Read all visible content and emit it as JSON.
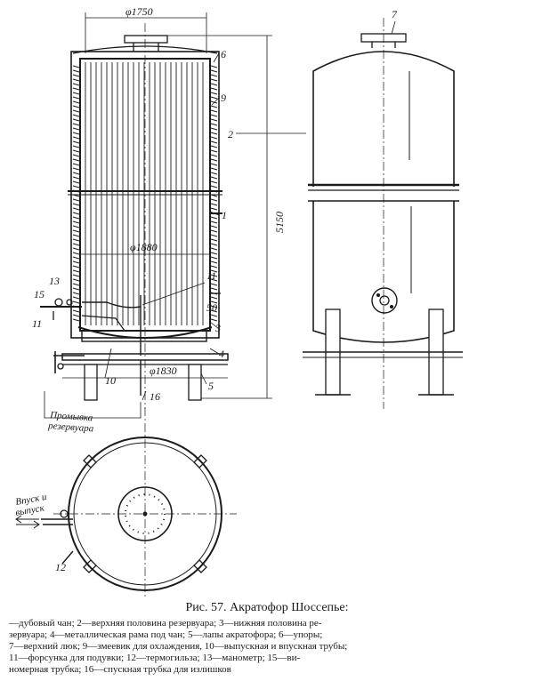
{
  "figure": {
    "dimensions": {
      "top_width": "φ1750",
      "inner_diameter": "φ1880",
      "frame_width": "φ1830",
      "height": "5150",
      "offset": "50"
    },
    "part_numbers": [
      "1",
      "2",
      "3",
      "4",
      "5",
      "6",
      "7",
      "9",
      "10",
      "11",
      "12",
      "13",
      "15",
      "16"
    ],
    "annotations": {
      "wash": [
        "Промывка",
        "резервуара"
      ],
      "inlet_outlet": [
        "Впуск и",
        "выпуск"
      ]
    }
  },
  "caption": {
    "title": "Рис. 57. Акратофор Шоссепье:",
    "lines": [
      "—дубовый чан; 2—верхняя половина резервуара; 3—нижняя половина ре-",
      "зервуара; 4—металлическая рама под чан; 5—лапы акратофора; 6—упоры;",
      "7—верхний люк; 9—змеевик для охлаждения, 10—выпускная и впускная трубы;",
      "11—форсунка для подувки; 12—термогильза; 13—манометр; 15—ви-",
      "номерная трубка; 16—спускная трубка для излишков"
    ]
  }
}
